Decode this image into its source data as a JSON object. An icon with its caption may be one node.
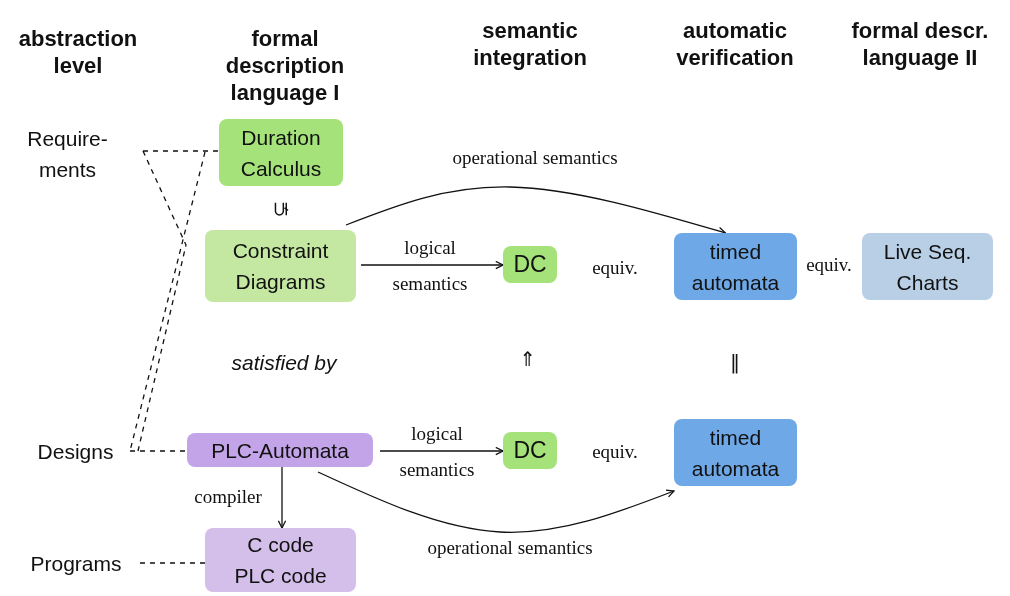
{
  "diagram": {
    "nodes": [
      {
        "text": [
          "Require- ments"
        ]
      },
      {
        "text": [
          "Duration Calculus"
        ]
      },
      {
        "text": [
          "Constraint Diagrams"
        ]
      },
      {
        "text": [
          "DC"
        ]
      },
      {
        "text": [
          "timed automata"
        ]
      },
      {
        "text": [
          "Live Seq. Charts"
        ]
      },
      {
        "text": [
          "Designs"
        ]
      },
      {
        "text": [
          "PLC-Automata"
        ]
      },
      {
        "text": [
          "DC"
        ]
      },
      {
        "text": [
          "timed automata"
        ]
      },
      {
        "text": [
          "Programs"
        ]
      },
      {
        "text": [
          "C code PLC code"
        ]
      }
    ],
    "edges": [
      {
        "from": 0,
        "to": 1,
        "arrow": "none",
        "style": "dashed"
      },
      {
        "from": 2,
        "to": 3,
        "label": "logical semantics",
        "arrow": "to"
      },
      {
        "from": 2,
        "to": 4,
        "label": "operational semantics",
        "arrow": "to"
      },
      {
        "from": 6,
        "to": 7,
        "arrow": "none",
        "style": "dashed"
      },
      {
        "from": 7,
        "to": 8,
        "label": "logical semantics",
        "arrow": "to"
      },
      {
        "from": 7,
        "to": 9,
        "label": "operational semantics",
        "arrow": "to"
      },
      {
        "from": 7,
        "to": 11,
        "label": "compiler",
        "arrow": "to"
      },
      {
        "from": 10,
        "to": 11,
        "arrow": "none",
        "style": "dashed"
      }
    ],
    "labels": [
      "abstraction level",
      "formal description language I",
      "semantic integration",
      "automatic verification",
      "formal descr. language II",
      "⊊",
      "equiv.",
      "equiv.",
      "satisfied by",
      "⇑",
      "‖",
      "equiv."
    ]
  }
}
